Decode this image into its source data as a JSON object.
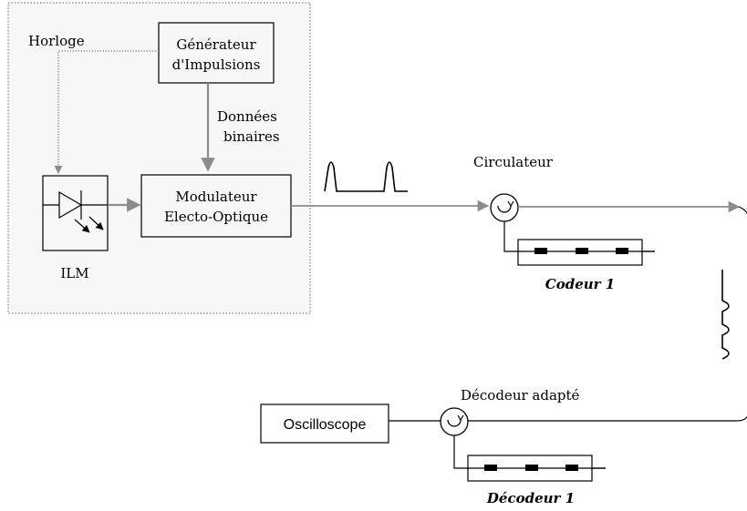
{
  "diagram": {
    "horloge": "Horloge",
    "generateur_line1": "Générateur",
    "generateur_line2": "d'Impulsions",
    "donnees_line1": "Données",
    "donnees_line2": "binaires",
    "modulateur_line1": "Modulateur",
    "modulateur_line2": "Electo-Optique",
    "ilm": "ILM",
    "circulateur": "Circulateur",
    "codeur": "Codeur 1",
    "decodeur_adapte": "Décodeur adapté",
    "oscilloscope": "Oscilloscope",
    "decodeur": "Décodeur 1"
  },
  "colors": {
    "arrow_gray": "#8c8c8c",
    "panel_bg": "#f7f7f7",
    "stroke": "#000000",
    "fbg_fill": "#000000"
  }
}
